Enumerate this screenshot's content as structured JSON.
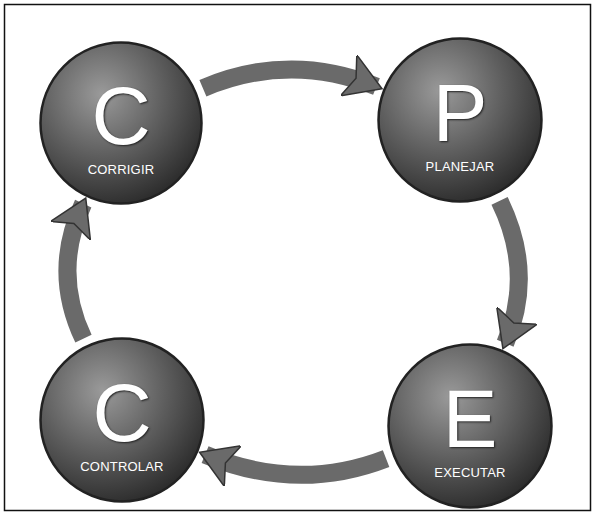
{
  "diagram": {
    "nodes": [
      {
        "text": [
          "C",
          "CORRIGIR"
        ]
      },
      {
        "text": [
          "P",
          "PLANEJAR"
        ]
      },
      {
        "text": [
          "E",
          "EXECUTAR"
        ]
      },
      {
        "text": [
          "C",
          "CONTROLAR"
        ]
      }
    ],
    "edges": [
      {
        "from": 0,
        "to": 1,
        "arrow": "to"
      },
      {
        "from": 1,
        "to": 2,
        "arrow": "to"
      },
      {
        "from": 2,
        "to": 3,
        "arrow": "to"
      },
      {
        "from": 3,
        "to": 0,
        "arrow": "to"
      }
    ]
  }
}
